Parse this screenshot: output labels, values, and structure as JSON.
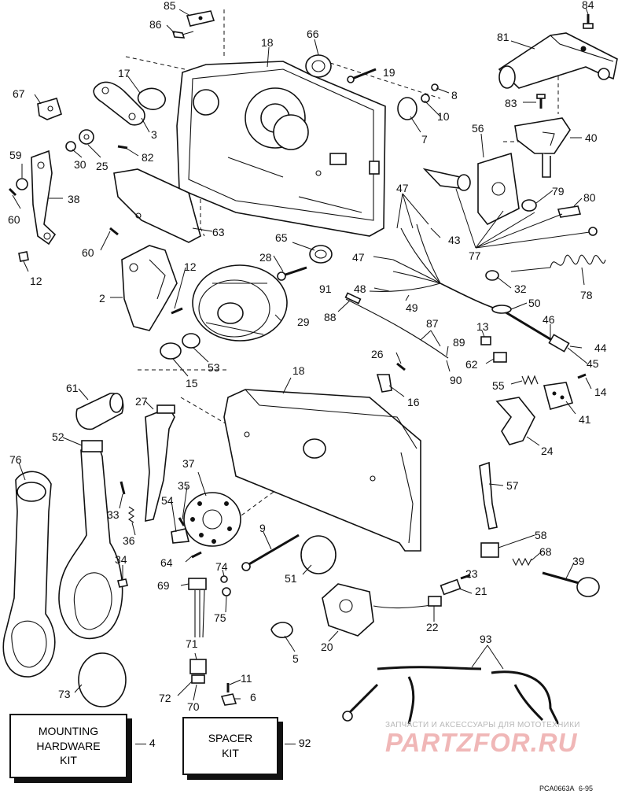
{
  "diagram": {
    "parts": [
      {
        "id": "p85",
        "num": "85"
      },
      {
        "id": "p86",
        "num": "86"
      },
      {
        "id": "p84",
        "num": "84"
      },
      {
        "id": "p18a",
        "num": "18"
      },
      {
        "id": "p66",
        "num": "66"
      },
      {
        "id": "p81",
        "num": "81"
      },
      {
        "id": "p17",
        "num": "17"
      },
      {
        "id": "p19",
        "num": "19"
      },
      {
        "id": "p67",
        "num": "67"
      },
      {
        "id": "p8",
        "num": "8"
      },
      {
        "id": "p83",
        "num": "83"
      },
      {
        "id": "p3",
        "num": "3"
      },
      {
        "id": "p10",
        "num": "10"
      },
      {
        "id": "p56",
        "num": "56"
      },
      {
        "id": "p40",
        "num": "40"
      },
      {
        "id": "p59",
        "num": "59"
      },
      {
        "id": "p30",
        "num": "30"
      },
      {
        "id": "p25",
        "num": "25"
      },
      {
        "id": "p82",
        "num": "82"
      },
      {
        "id": "p7",
        "num": "7"
      },
      {
        "id": "p38",
        "num": "38"
      },
      {
        "id": "p47a",
        "num": "47"
      },
      {
        "id": "p79",
        "num": "79"
      },
      {
        "id": "p80",
        "num": "80"
      },
      {
        "id": "p60a",
        "num": "60"
      },
      {
        "id": "p63",
        "num": "63"
      },
      {
        "id": "p43",
        "num": "43"
      },
      {
        "id": "p65",
        "num": "65"
      },
      {
        "id": "p77",
        "num": "77"
      },
      {
        "id": "p60b",
        "num": "60"
      },
      {
        "id": "p28",
        "num": "28"
      },
      {
        "id": "p47b",
        "num": "47"
      },
      {
        "id": "p12a",
        "num": "12"
      },
      {
        "id": "p12b",
        "num": "12"
      },
      {
        "id": "p32",
        "num": "32"
      },
      {
        "id": "p78",
        "num": "78"
      },
      {
        "id": "p48",
        "num": "48"
      },
      {
        "id": "p91",
        "num": "91"
      },
      {
        "id": "p2",
        "num": "2"
      },
      {
        "id": "p49",
        "num": "49"
      },
      {
        "id": "p50",
        "num": "50"
      },
      {
        "id": "p88",
        "num": "88"
      },
      {
        "id": "p29",
        "num": "29"
      },
      {
        "id": "p46",
        "num": "46"
      },
      {
        "id": "p87",
        "num": "87"
      },
      {
        "id": "p13",
        "num": "13"
      },
      {
        "id": "p89",
        "num": "89"
      },
      {
        "id": "p44",
        "num": "44"
      },
      {
        "id": "p53",
        "num": "53"
      },
      {
        "id": "p26",
        "num": "26"
      },
      {
        "id": "p62",
        "num": "62"
      },
      {
        "id": "p45",
        "num": "45"
      },
      {
        "id": "p15",
        "num": "15"
      },
      {
        "id": "p18b",
        "num": "18"
      },
      {
        "id": "p90",
        "num": "90"
      },
      {
        "id": "p55",
        "num": "55"
      },
      {
        "id": "p14",
        "num": "14"
      },
      {
        "id": "p61",
        "num": "61"
      },
      {
        "id": "p16",
        "num": "16"
      },
      {
        "id": "p27",
        "num": "27"
      },
      {
        "id": "p41",
        "num": "41"
      },
      {
        "id": "p52",
        "num": "52"
      },
      {
        "id": "p24",
        "num": "24"
      },
      {
        "id": "p76",
        "num": "76"
      },
      {
        "id": "p37",
        "num": "37"
      },
      {
        "id": "p57",
        "num": "57"
      },
      {
        "id": "p35",
        "num": "35"
      },
      {
        "id": "p33",
        "num": "33"
      },
      {
        "id": "p54",
        "num": "54"
      },
      {
        "id": "p36",
        "num": "36"
      },
      {
        "id": "p9",
        "num": "9"
      },
      {
        "id": "p58",
        "num": "58"
      },
      {
        "id": "p68",
        "num": "68"
      },
      {
        "id": "p34",
        "num": "34"
      },
      {
        "id": "p64",
        "num": "64"
      },
      {
        "id": "p74",
        "num": "74"
      },
      {
        "id": "p39",
        "num": "39"
      },
      {
        "id": "p51",
        "num": "51"
      },
      {
        "id": "p23",
        "num": "23"
      },
      {
        "id": "p69",
        "num": "69"
      },
      {
        "id": "p21",
        "num": "21"
      },
      {
        "id": "p75",
        "num": "75"
      },
      {
        "id": "p22",
        "num": "22"
      },
      {
        "id": "p5",
        "num": "5"
      },
      {
        "id": "p20",
        "num": "20"
      },
      {
        "id": "p71",
        "num": "71"
      },
      {
        "id": "p93",
        "num": "93"
      },
      {
        "id": "p11",
        "num": "11"
      },
      {
        "id": "p73",
        "num": "73"
      },
      {
        "id": "p6",
        "num": "6"
      },
      {
        "id": "p72",
        "num": "72"
      },
      {
        "id": "p70",
        "num": "70"
      }
    ],
    "kits": {
      "mounting": {
        "label": "MOUNTING\nHARDWARE\nKIT",
        "num": "4"
      },
      "spacer": {
        "label": "SPACER\nKIT",
        "num": "92"
      }
    },
    "watermark": {
      "tagline": "ЗАПЧАСТИ И АКСЕССУАРЫ ДЛЯ МОТОТЕХНИКИ",
      "brand": "PARTZFOR.RU",
      "color": "#e88a8a"
    },
    "reference": {
      "code": "PCA0663A",
      "date": "6-95"
    }
  }
}
